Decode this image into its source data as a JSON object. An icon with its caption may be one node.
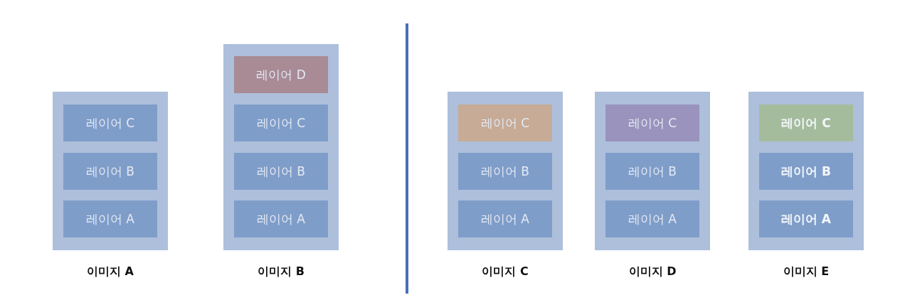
{
  "diagram": {
    "nodes": [
      {
        "text": [
          "이미지 A"
        ]
      },
      {
        "text": [
          "레이어 C"
        ],
        "in": 0
      },
      {
        "text": [
          "레이어 B"
        ],
        "in": 0
      },
      {
        "text": [
          "레이어 A"
        ],
        "in": 0
      },
      {
        "text": [
          "이미지 B"
        ]
      },
      {
        "text": [
          "레이어 D"
        ],
        "in": 4
      },
      {
        "text": [
          "레이어 C"
        ],
        "in": 4
      },
      {
        "text": [
          "레이어 B"
        ],
        "in": 4
      },
      {
        "text": [
          "레이어 A"
        ],
        "in": 4
      },
      {
        "text": [
          "이미지 C"
        ]
      },
      {
        "text": [
          "레이어 C"
        ],
        "in": 9
      },
      {
        "text": [
          "레이어 B"
        ],
        "in": 9
      },
      {
        "text": [
          "레이어 A"
        ],
        "in": 9
      },
      {
        "text": [
          "이미지 D"
        ]
      },
      {
        "text": [
          "레이어 C"
        ],
        "in": 13
      },
      {
        "text": [
          "레이어 B"
        ],
        "in": 13
      },
      {
        "text": [
          "레이어 A"
        ],
        "in": 13
      },
      {
        "text": [
          "이미지 E"
        ]
      },
      {
        "text": [
          "레이어 C"
        ],
        "in": 17
      },
      {
        "text": [
          "레이어 B"
        ],
        "in": 17
      },
      {
        "text": [
          "레이어 A"
        ],
        "in": 17
      }
    ],
    "edges": []
  }
}
